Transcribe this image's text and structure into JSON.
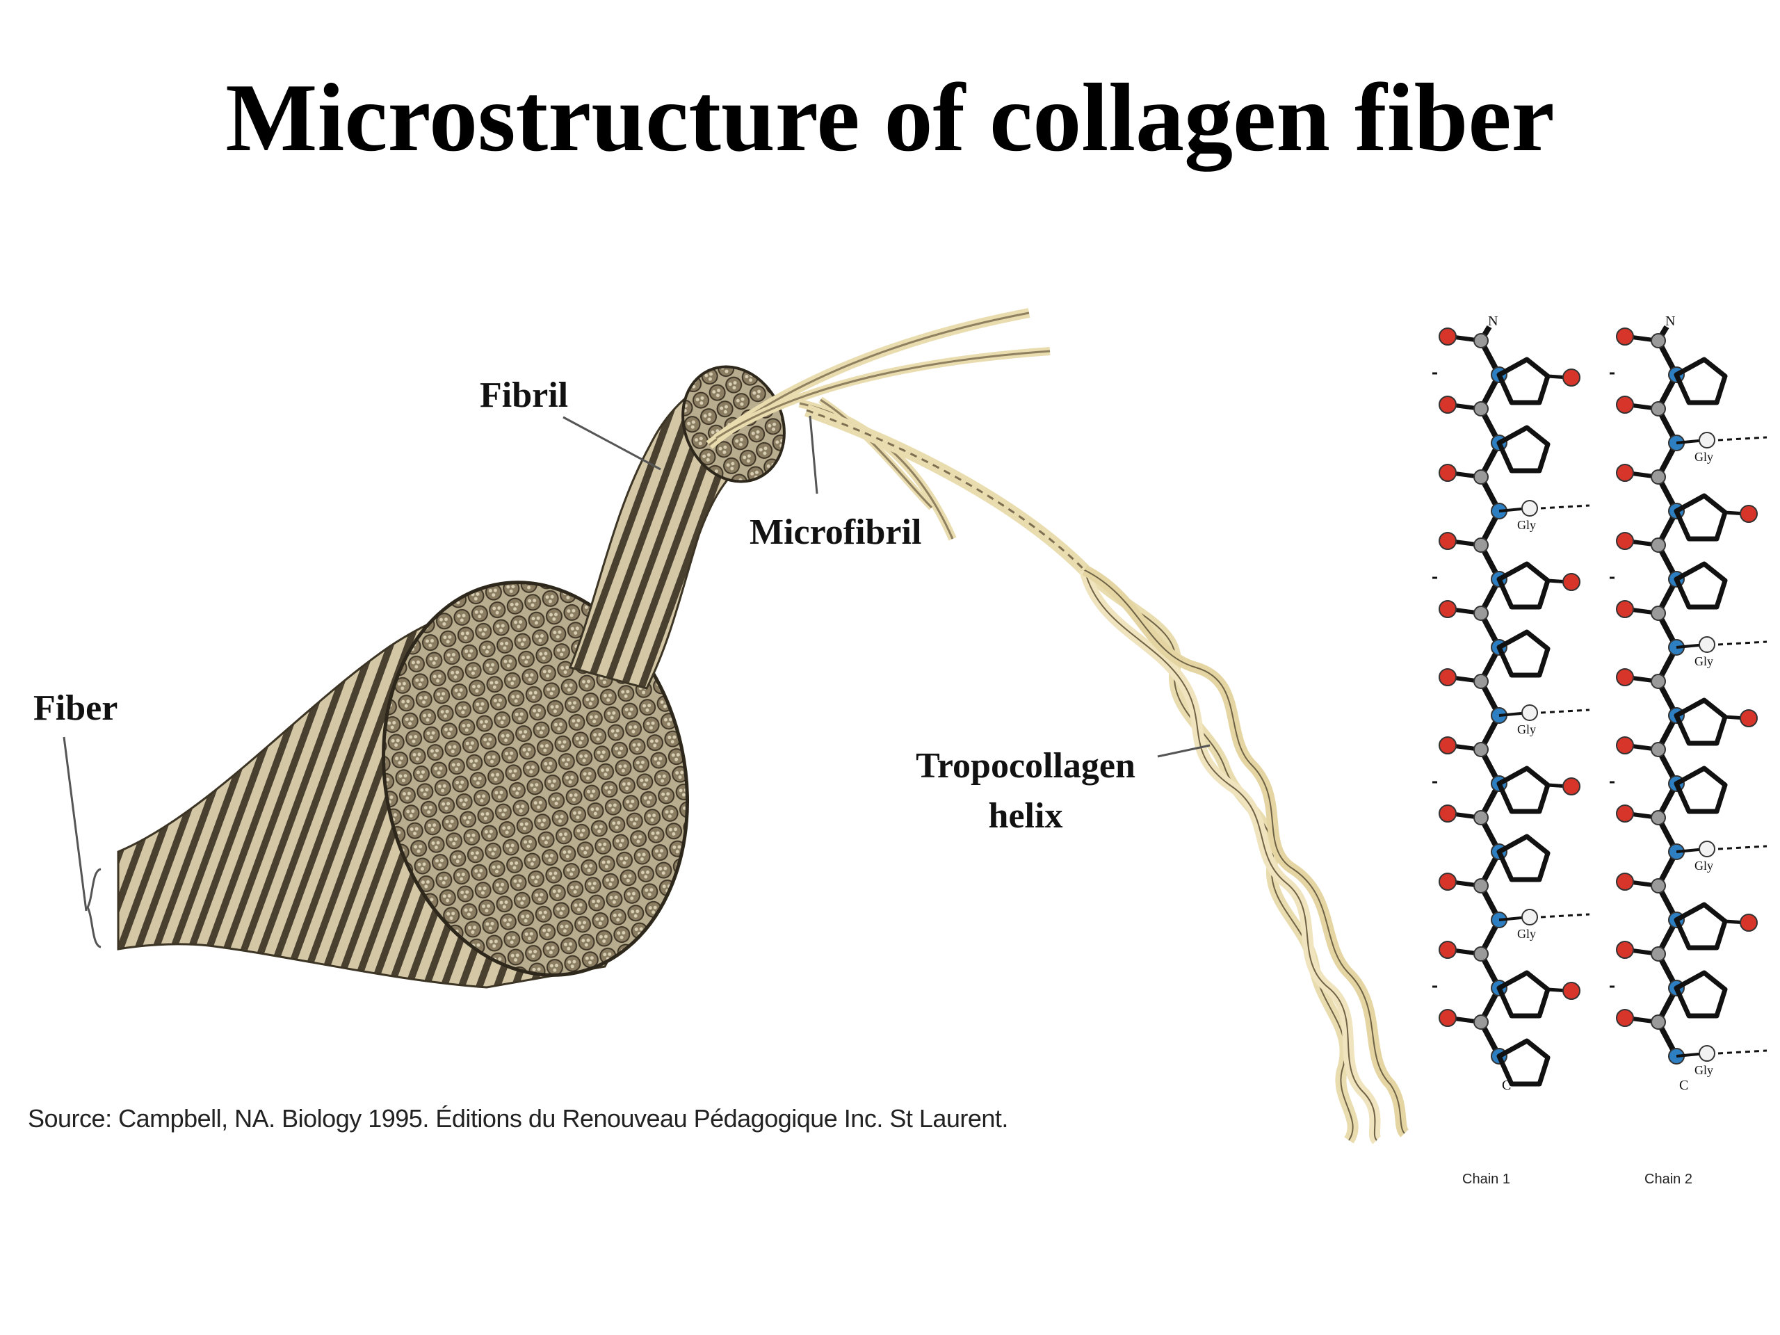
{
  "title": "Microstructure of collagen fiber",
  "labels": {
    "fibril": "Fibril",
    "microfibril": "Microfibril",
    "fiber": "Fiber",
    "tropocollagen_line1": "Tropocollagen",
    "tropocollagen_line2": "helix"
  },
  "source": "Source:  Campbell, NA. Biology 1995. Éditions du Renouveau Pédagogique Inc. St Laurent.",
  "molecule": {
    "n_terminus": "N",
    "c_terminus": "C",
    "gly": "Gly",
    "chain1": "Chain 1",
    "chain2": "Chain 2"
  },
  "colors": {
    "oxygen": "#d8352a",
    "nitrogen": "#2e7fc1",
    "carbon": "#9a9a9a",
    "hydrogen": "#f2f2f2",
    "bundle": "#8c7f64",
    "helix": "#e9dcae"
  }
}
